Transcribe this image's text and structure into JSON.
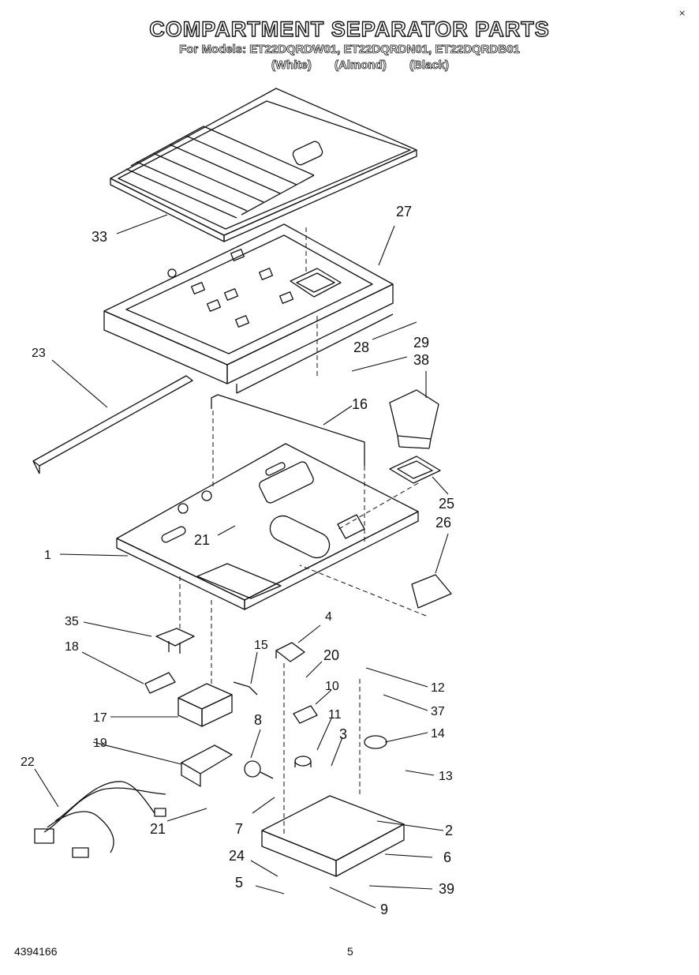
{
  "header": {
    "title": "COMPARTMENT SEPARATOR PARTS",
    "models_line": "For Models: ET22DQRDW01, ET22DQRDN01, ET22DQRDB01",
    "finishes": [
      "(White)",
      "(Almond)",
      "(Black)"
    ]
  },
  "corner_mark": "×",
  "callouts": [
    "33",
    "27",
    "28",
    "29",
    "38",
    "23",
    "16",
    "25",
    "26",
    "1",
    "21",
    "35",
    "4",
    "18",
    "15",
    "20",
    "12",
    "37",
    "10",
    "17",
    "11",
    "8",
    "14",
    "3",
    "19",
    "13",
    "22",
    "2",
    "7",
    "21",
    "6",
    "24",
    "5",
    "39",
    "9"
  ],
  "footer": {
    "doc_number": "4394166",
    "page_number": "5"
  },
  "colors": {
    "ink": "#111111",
    "paper": "#ffffff"
  }
}
